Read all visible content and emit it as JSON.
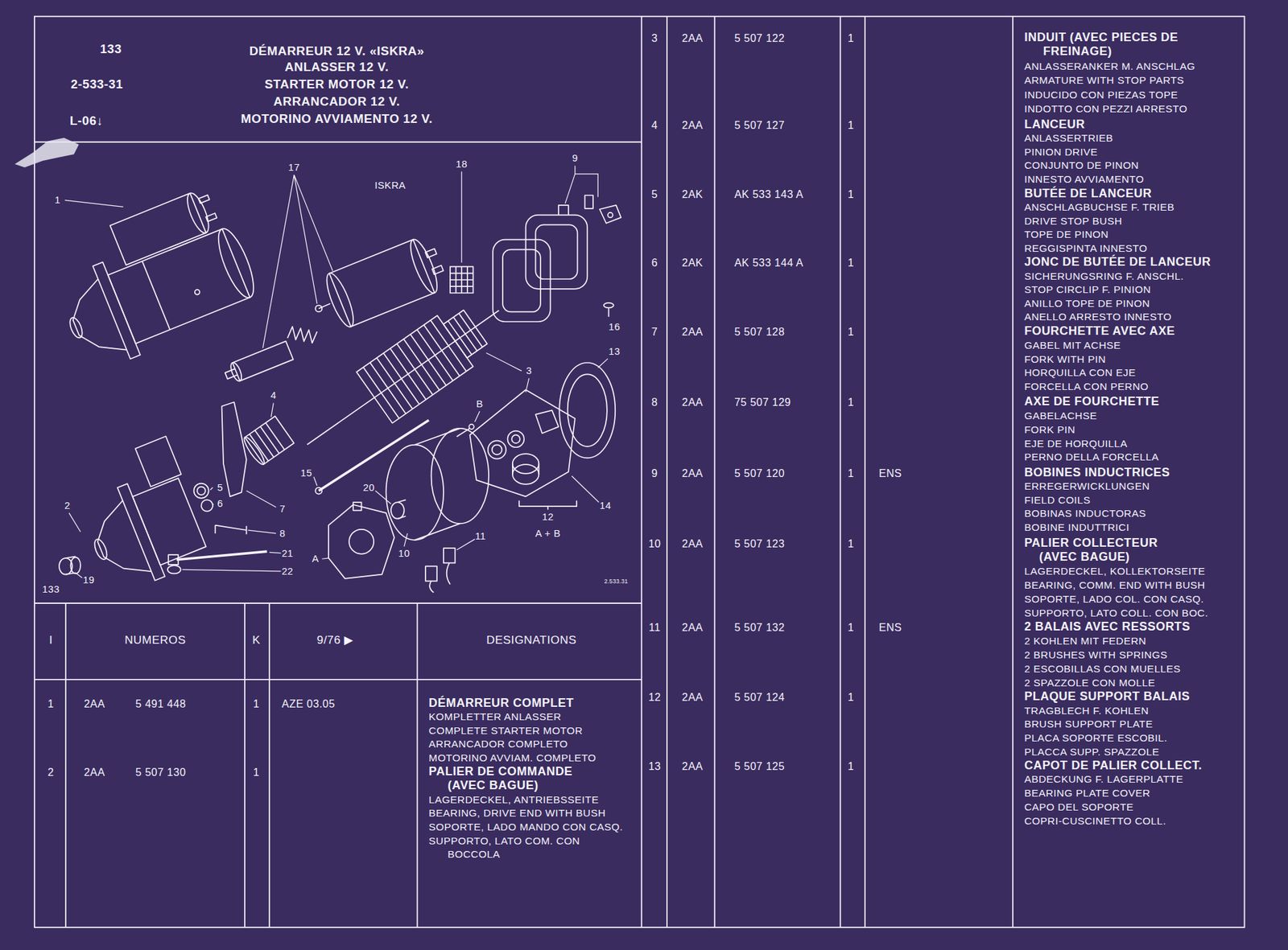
{
  "diagram": {
    "title": "DÉMARREUR 12 V. «ISKRA»",
    "labels": [
      "133",
      "2-533-31",
      "L-06↓",
      "ANLASSER 12 V.",
      "STARTER MOTOR 12 V.",
      "ARRANCADOR 12 V.",
      "MOTORINO AVVIAMENTO 12 V.",
      "1",
      "17",
      "ISKRA",
      "18",
      "9",
      "16",
      "13",
      "3",
      "4",
      "B",
      "15",
      "20",
      "5",
      "6",
      "7",
      "14",
      "2",
      "12",
      "A + B",
      "8",
      "11",
      "10",
      "21",
      "A",
      "22",
      "19",
      "133",
      "2.533.31",
      "I",
      "NUMEROS",
      "K",
      "9/76 ▶",
      "DESIGNATIONS",
      "1",
      "2AA",
      "5 491 448",
      "1",
      "AZE 03.05",
      "DÉMARREUR COMPLET",
      "KOMPLETTER ANLASSER",
      "COMPLETE STARTER MOTOR",
      "ARRANCADOR COMPLETO",
      "MOTORINO AVVIAM. COMPLETO",
      "2",
      "2AA",
      "5 507 130",
      "1",
      "PALIER DE COMMANDE",
      "(AVEC BAGUE)",
      "LAGERDECKEL, ANTRIEBSSEITE",
      "BEARING, DRIVE END WITH BUSH",
      "SOPORTE, LADO MANDO CON CASQ.",
      "SUPPORTO, LATO COM. CON",
      "BOCCOLA",
      "3",
      "2AA",
      "5 507 122",
      "1",
      "INDUIT (AVEC PIECES DE",
      "FREINAGE)",
      "ANLASSERANKER M. ANSCHLAG",
      "ARMATURE WITH STOP PARTS",
      "INDUCIDO CON PIEZAS TOPE",
      "INDOTTO CON PEZZI ARRESTO",
      "4",
      "2AA",
      "5 507 127",
      "1",
      "LANCEUR",
      "ANLASSERTRIEB",
      "PINION DRIVE",
      "CONJUNTO DE PINON",
      "INNESTO AVVIAMENTO",
      "5",
      "2AK",
      "AK 533 143 A",
      "1",
      "BUTÉE DE LANCEUR",
      "ANSCHLAGBUCHSE F. TRIEB",
      "DRIVE STOP BUSH",
      "TOPE DE PINON",
      "REGGISPINTA INNESTO",
      "6",
      "2AK",
      "AK 533 144 A",
      "1",
      "JONC DE BUTÉE DE LANCEUR",
      "SICHERUNGSRING F. ANSCHL.",
      "STOP CIRCLIP F. PINION",
      "ANILLO TOPE DE PINON",
      "ANELLO ARRESTO INNESTO",
      "7",
      "2AA",
      "5 507 128",
      "1",
      "FOURCHETTE AVEC AXE",
      "GABEL MIT ACHSE",
      "FORK WITH PIN",
      "HORQUILLA CON EJE",
      "FORCELLA CON PERNO",
      "8",
      "2AA",
      "75 507 129",
      "1",
      "AXE DE FOURCHETTE",
      "GABELACHSE",
      "FORK PIN",
      "EJE DE HORQUILLA",
      "PERNO DELLA FORCELLA",
      "9",
      "2AA",
      "5 507 120",
      "1",
      "ENS",
      "BOBINES INDUCTRICES",
      "ERREGERWICKLUNGEN",
      "FIELD COILS",
      "BOBINAS INDUCTORAS",
      "BOBINE INDUTTRICI",
      "10",
      "2AA",
      "5 507 123",
      "1",
      "PALIER COLLECTEUR",
      "(AVEC BAGUE)",
      "LAGERDECKEL, KOLLEKTORSEITE",
      "BEARING, COMM. END WITH BUSH",
      "SOPORTE, LADO COL. CON CASQ.",
      "SUPPORTO, LATO COLL. CON BOC.",
      "11",
      "2AA",
      "5 507 132",
      "1",
      "ENS",
      "2 BALAIS AVEC RESSORTS",
      "2 KOHLEN MIT FEDERN",
      "2 BRUSHES WITH SPRINGS",
      "2 ESCOBILLAS CON MUELLES",
      "2 SPAZZOLE CON MOLLE",
      "12",
      "2AA",
      "5 507 124",
      "1",
      "PLAQUE SUPPORT BALAIS",
      "TRAGBLECH F. KOHLEN",
      "BRUSH SUPPORT PLATE",
      "PLACA SOPORTE ESCOBIL.",
      "PLACCA SUPP. SPAZZOLE",
      "13",
      "2AA",
      "5 507 125",
      "1",
      "CAPOT DE PALIER COLLECT.",
      "ABDECKUNG F. LAGERPLATTE",
      "BEARING PLATE COVER",
      "CAPO DEL SOPORTE",
      "COPRI-CUSCINETTO COLL."
    ]
  }
}
